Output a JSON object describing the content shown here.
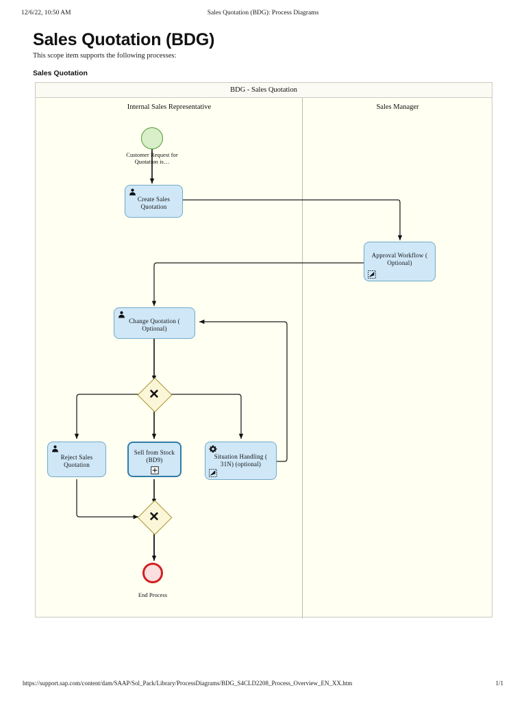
{
  "print_header": {
    "date": "12/6/22, 10:50 AM",
    "title": "Sales Quotation (BDG): Process Diagrams"
  },
  "document": {
    "title": "Sales Quotation (BDG)",
    "subtitle": "This scope item supports the following processes:",
    "section_title": "Sales Quotation"
  },
  "diagram": {
    "pool_title": "BDG - Sales Quotation",
    "lanes": [
      {
        "label": "Internal Sales Representative"
      },
      {
        "label": "Sales Manager"
      }
    ],
    "nodes": {
      "start_event": {
        "type": "start-event",
        "label": "Customer Request for Quotation is…",
        "lane": "Internal Sales Representative"
      },
      "create_sales_quotation": {
        "type": "user-task",
        "label": "Create Sales Quotation",
        "icon": "user-icon",
        "lane": "Internal Sales Representative"
      },
      "approval_workflow": {
        "type": "task",
        "label": "Approval Workflow ( Optional)",
        "icon": "external-link-icon",
        "lane": "Sales Manager"
      },
      "change_quotation": {
        "type": "user-task",
        "label": "Change Quotation ( Optional)",
        "icon": "user-icon",
        "lane": "Internal Sales Representative"
      },
      "gateway_split": {
        "type": "exclusive-gateway",
        "symbol": "✕",
        "lane": "Internal Sales Representative"
      },
      "reject_sales_quotation": {
        "type": "user-task",
        "label": "Reject Sales Quotation",
        "icon": "user-icon",
        "lane": "Internal Sales Representative"
      },
      "sell_from_stock": {
        "type": "collapsed-subprocess",
        "label": "Sell from Stock (BD9)",
        "icon": "plus-box-icon",
        "lane": "Internal Sales Representative"
      },
      "situation_handling": {
        "type": "service-task",
        "label": "Situation Handling ( 31N) (optional)",
        "icon": "gear-icon",
        "icon2": "external-link-icon",
        "lane": "Internal Sales Representative"
      },
      "gateway_merge": {
        "type": "exclusive-gateway",
        "symbol": "✕",
        "lane": "Internal Sales Representative"
      },
      "end_event": {
        "type": "end-event",
        "label": "End Process",
        "lane": "Internal Sales Representative"
      }
    },
    "flows": [
      {
        "from": "start_event",
        "to": "create_sales_quotation"
      },
      {
        "from": "create_sales_quotation",
        "to": "approval_workflow"
      },
      {
        "from": "approval_workflow",
        "to": "change_quotation"
      },
      {
        "from": "change_quotation",
        "to": "gateway_split"
      },
      {
        "from": "gateway_split",
        "to": "reject_sales_quotation"
      },
      {
        "from": "gateway_split",
        "to": "sell_from_stock"
      },
      {
        "from": "gateway_split",
        "to": "situation_handling"
      },
      {
        "from": "situation_handling",
        "to": "change_quotation"
      },
      {
        "from": "reject_sales_quotation",
        "to": "gateway_merge"
      },
      {
        "from": "sell_from_stock",
        "to": "gateway_merge"
      },
      {
        "from": "gateway_merge",
        "to": "end_event"
      }
    ],
    "colors": {
      "task_fill": "#cfe7f7",
      "task_border": "#6fa9c9",
      "subprocess_border": "#2e7ba6",
      "start_fill": "#d8efc9",
      "start_border": "#4c9e2f",
      "end_fill": "#fbdede",
      "end_border": "#d01f1f",
      "gateway_fill": "#fcf6d8",
      "gateway_border": "#a6922f",
      "pool_fill": "#fffff2",
      "pool_border": "#c9c9c2",
      "flow_line": "#1a1a1a"
    }
  },
  "footer": {
    "url": "https://support.sap.com/content/dam/SAAP/Sol_Pack/Library/ProcessDiagrams/BDG_S4CLD2208_Process_Overview_EN_XX.htm",
    "page": "1/1"
  }
}
